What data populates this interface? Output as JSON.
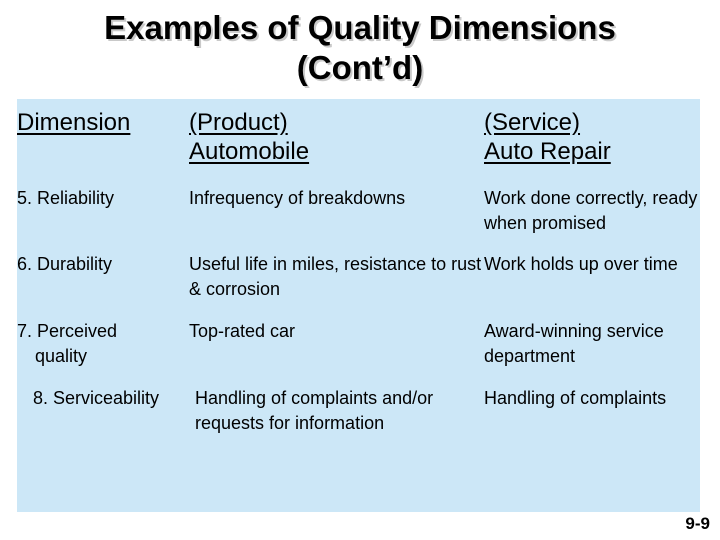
{
  "slide": {
    "title": "Examples of Quality Dimensions\n(Cont’d)",
    "page_number": "9-9",
    "panel_color": "#cce7f7",
    "text_color": "#000000"
  },
  "table": {
    "headers": [
      {
        "line1": "Dimension",
        "line2": ""
      },
      {
        "line1": "(Product)",
        "line2": "Automobile"
      },
      {
        "line1": "(Service)",
        "line2": "Auto Repair"
      }
    ],
    "rows": [
      {
        "dimension_line1": "5. Reliability",
        "dimension_line2": "",
        "product": "Infrequency of breakdowns",
        "service": "Work done correctly, ready when promised"
      },
      {
        "dimension_line1": "6. Durability",
        "dimension_line2": "",
        "product": "Useful life in miles, resistance to rust & corrosion",
        "service": "Work holds up over time"
      },
      {
        "dimension_line1": "7. Perceived",
        "dimension_line2": "quality",
        "product": "Top-rated car",
        "service": "Award-winning service department"
      },
      {
        "dimension_line1": "8. Serviceability",
        "dimension_line2": "",
        "product": "Handling  of complaints and/or requests for information",
        "service": "Handling of complaints"
      }
    ]
  }
}
